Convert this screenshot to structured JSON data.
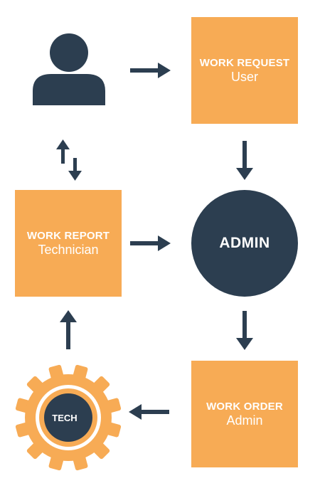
{
  "work_request": {
    "title": "WORK REQUEST",
    "role": "User"
  },
  "work_report": {
    "title": "WORK REPORT",
    "role": "Technician"
  },
  "work_order": {
    "title": "WORK ORDER",
    "role": "Admin"
  },
  "admin": {
    "label": "ADMIN"
  },
  "tech": {
    "label": "TECH"
  },
  "colors": {
    "orange": "#f7ab55",
    "navy": "#2c3e50",
    "white": "#ffffff"
  },
  "icons": [
    "user-icon",
    "gear-icon",
    "arrow-right-icon",
    "arrow-down-icon",
    "arrow-left-icon",
    "arrow-up-icon",
    "bidirectional-arrow-icon"
  ]
}
